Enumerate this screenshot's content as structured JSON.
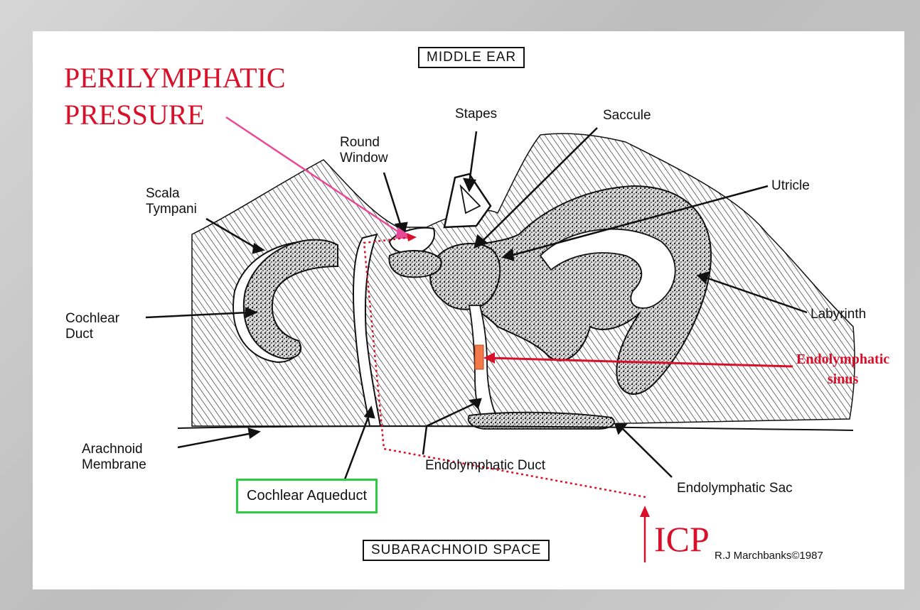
{
  "title_box": "MIDDLE EAR",
  "bottom_box": "SUBARACHNOID SPACE",
  "perilymphatic": {
    "line1": "PERILYMPHATIC",
    "line2": "PRESSURE"
  },
  "icp": "ICP",
  "credit": "R.J Marchbanks©1987",
  "labels": {
    "round_window": "Round\nWindow",
    "stapes": "Stapes",
    "saccule": "Saccule",
    "utricle": "Utricle",
    "scala_tympani": "Scala\nTympani",
    "cochlear_duct": "Cochlear\nDuct",
    "labyrinth": "Labyrinth",
    "arachnoid_membrane": "Arachnoid\nMembrane",
    "endolymphatic_duct": "Endolymphatic Duct",
    "endolymphatic_sac": "Endolymphatic Sac",
    "cochlear_aqueduct": "Cochlear Aqueduct",
    "endolymphatic_sinus": "Endolymphatic\nsinus"
  },
  "colors": {
    "red": "#d8102a",
    "pink": "#e8489a",
    "green": "#2ecc40",
    "orange": "#f07a4a",
    "ink": "#111111"
  }
}
